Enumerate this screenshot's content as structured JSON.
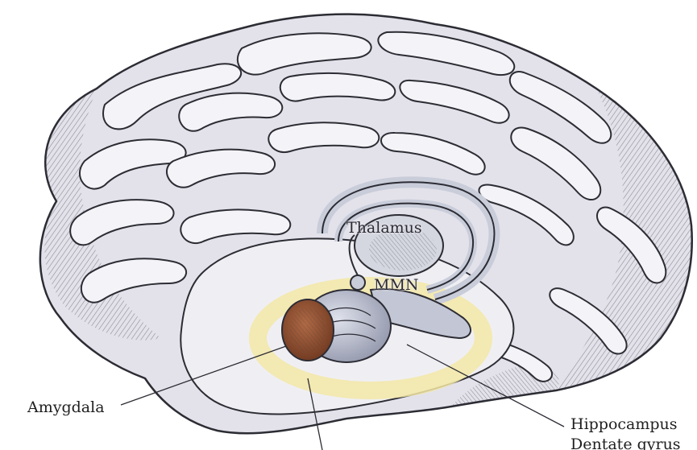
{
  "labels": {
    "thalamus": "Thalamus",
    "mmn": "MMN",
    "amygdala": "Amygdala",
    "hippocampus": "Hippocampus",
    "dentate_gyrus": "Dentate gyrus"
  },
  "colors": {
    "cortex": "#e3e2ea",
    "cortex_shadow": "#8d8b99",
    "hatching": "#2c2c34",
    "temporal_lobe": "#efeff3",
    "yellow_highlight": "#f3e7a6",
    "amygdala": "#8b4b2c",
    "hippocampus": "#b7bccd",
    "fornix": "#c9cdda"
  }
}
